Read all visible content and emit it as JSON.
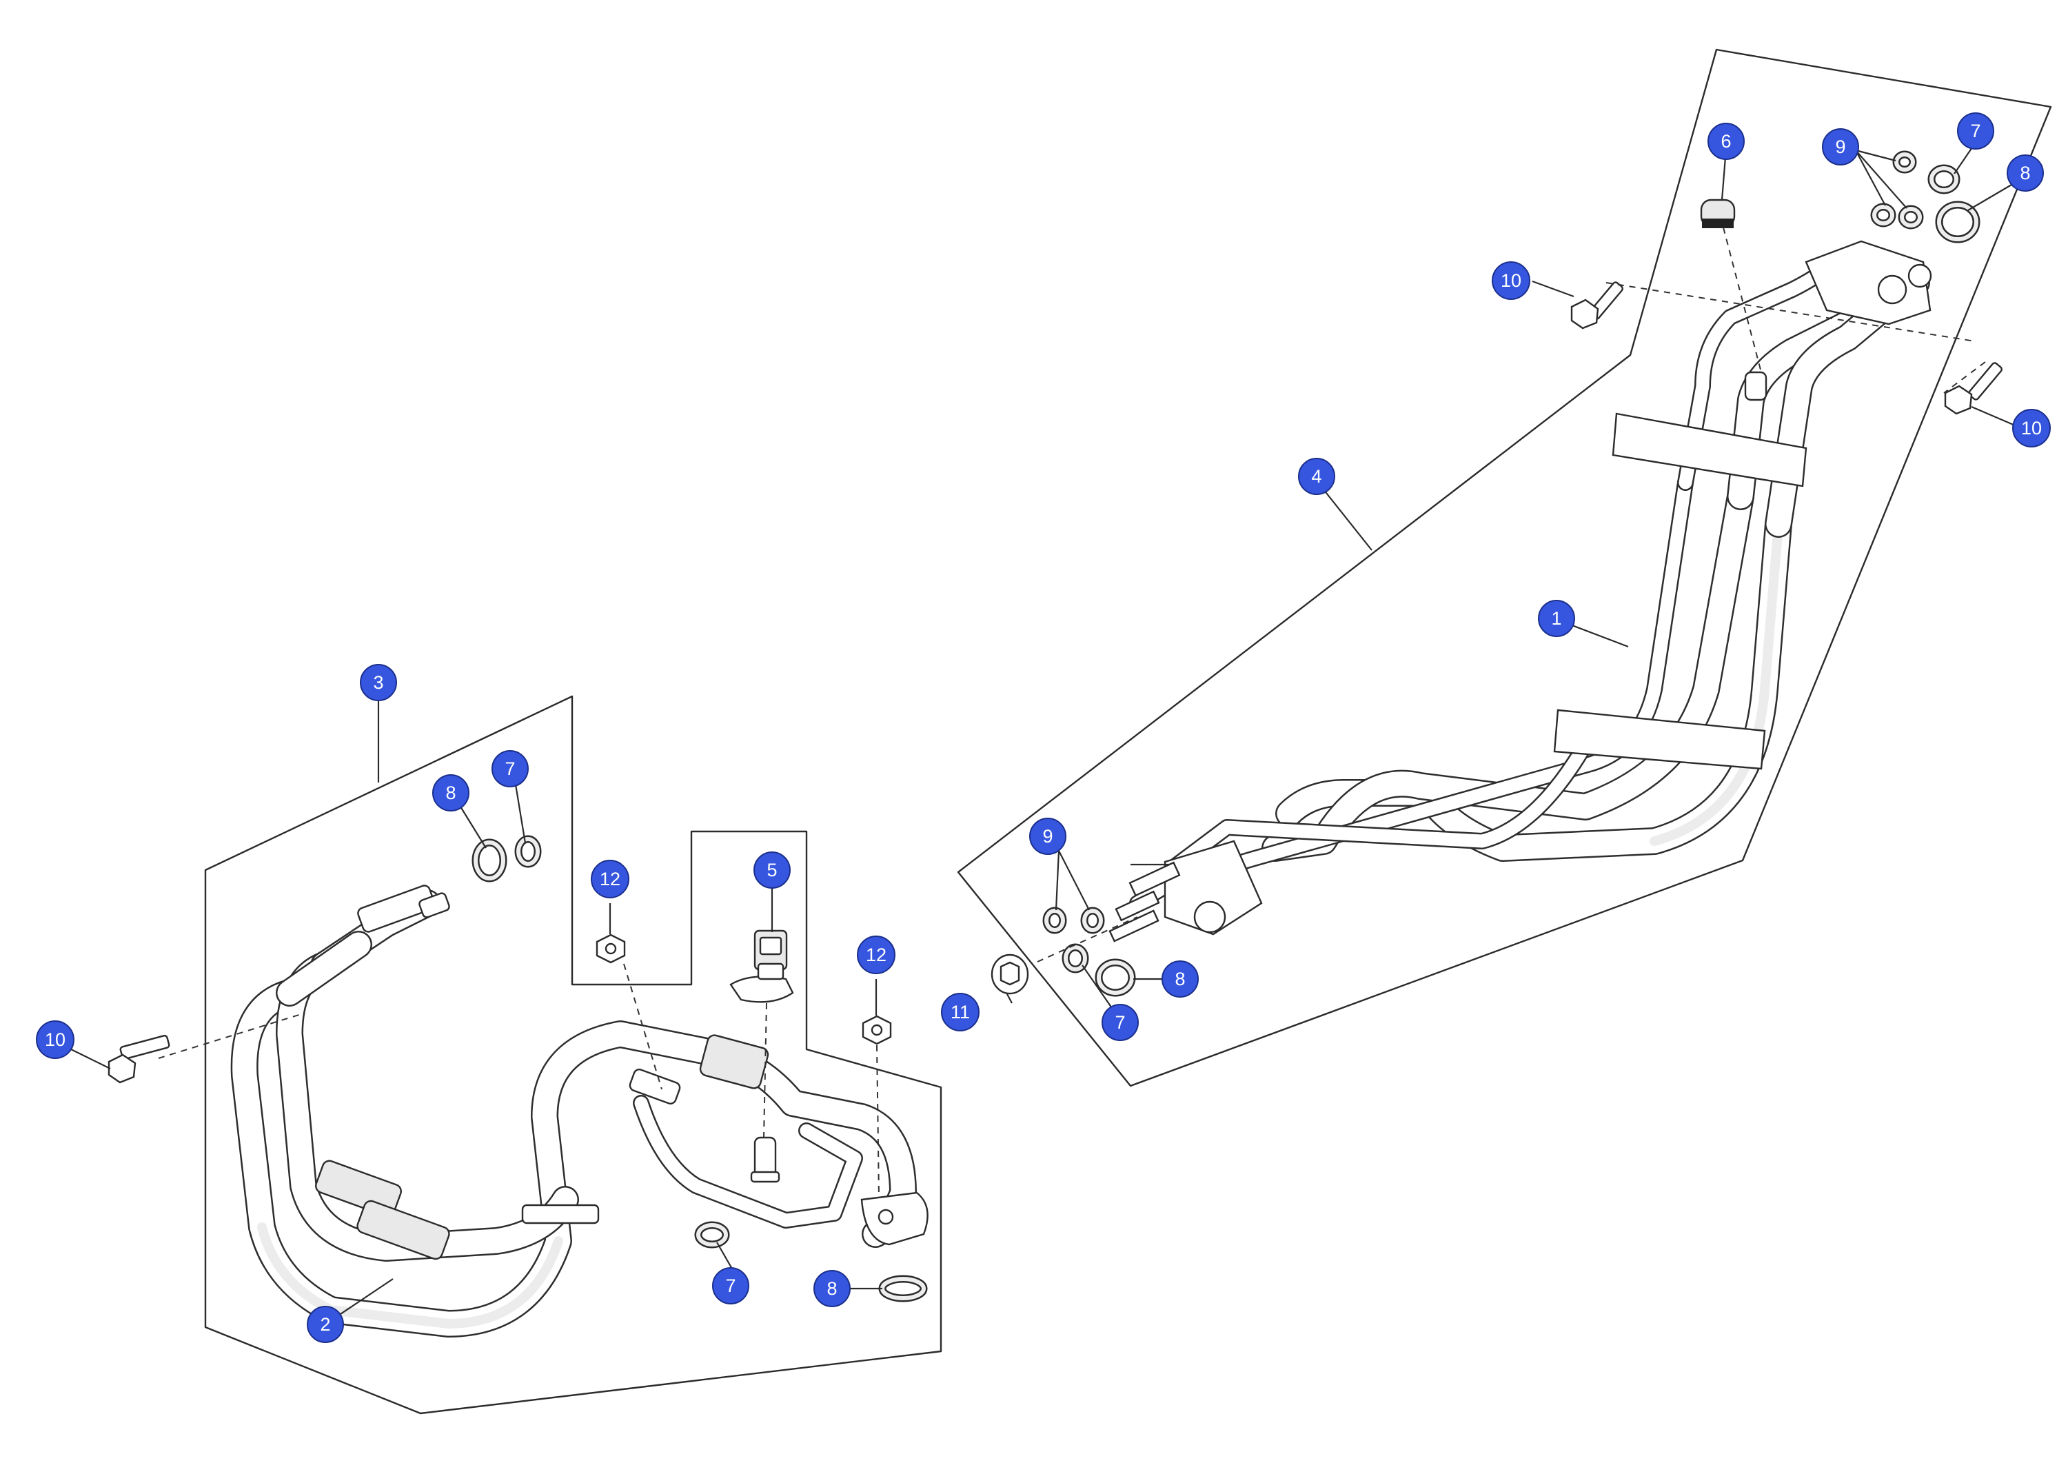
{
  "diagram": {
    "bubble_color": "#3656e0",
    "callouts": [
      {
        "id": "callout-1-main-tube",
        "label": "1"
      },
      {
        "id": "callout-2-lower-tube",
        "label": "2"
      },
      {
        "id": "callout-3-lower-kit",
        "label": "3"
      },
      {
        "id": "callout-4-upper-kit",
        "label": "4"
      },
      {
        "id": "callout-5-pressure-switch",
        "label": "5"
      },
      {
        "id": "callout-6-cap",
        "label": "6"
      },
      {
        "id": "callout-7-upper-right",
        "label": "7"
      },
      {
        "id": "callout-7-center",
        "label": "7"
      },
      {
        "id": "callout-7-lower-left",
        "label": "7"
      },
      {
        "id": "callout-7-lower-center",
        "label": "7"
      },
      {
        "id": "callout-8-upper-right",
        "label": "8"
      },
      {
        "id": "callout-8-center",
        "label": "8"
      },
      {
        "id": "callout-8-lower-left",
        "label": "8"
      },
      {
        "id": "callout-8-lower-right",
        "label": "8"
      },
      {
        "id": "callout-9-upper",
        "label": "9"
      },
      {
        "id": "callout-9-center",
        "label": "9"
      },
      {
        "id": "callout-10-top",
        "label": "10"
      },
      {
        "id": "callout-10-right",
        "label": "10"
      },
      {
        "id": "callout-10-left",
        "label": "10"
      },
      {
        "id": "callout-11-nut",
        "label": "11"
      },
      {
        "id": "callout-12-left",
        "label": "12"
      },
      {
        "id": "callout-12-right",
        "label": "12"
      }
    ]
  }
}
